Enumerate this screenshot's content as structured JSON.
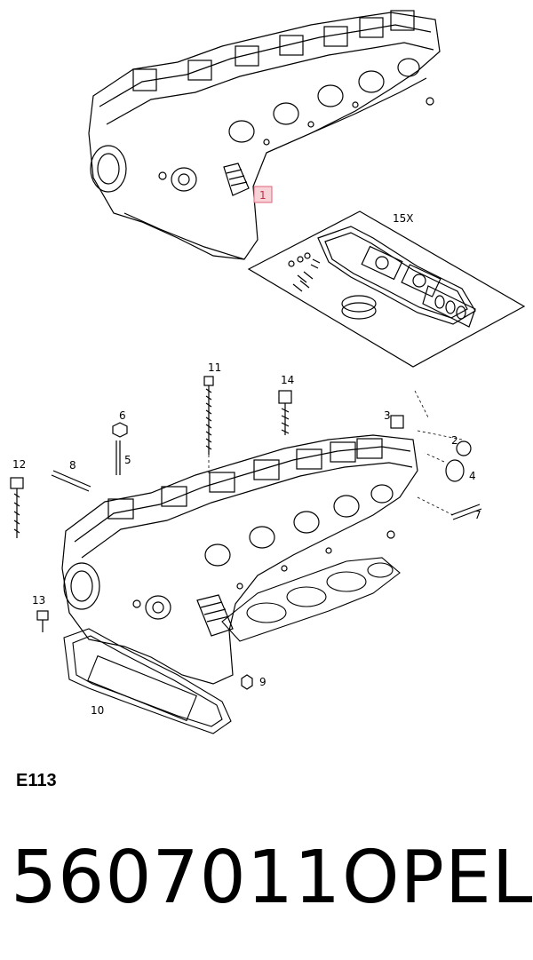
{
  "labels": {
    "p1": "1",
    "p2": "2",
    "p3": "3",
    "p4": "4",
    "p5": "5",
    "p6": "6",
    "p7": "7",
    "p8": "8",
    "p9": "9",
    "p10": "10",
    "p11": "11",
    "p12": "12",
    "p13": "13",
    "p14": "14",
    "p15": "15X"
  },
  "highlight_color": "#e0607a",
  "page_code": "E113",
  "part_number": "5607011",
  "brand": "OPEL"
}
